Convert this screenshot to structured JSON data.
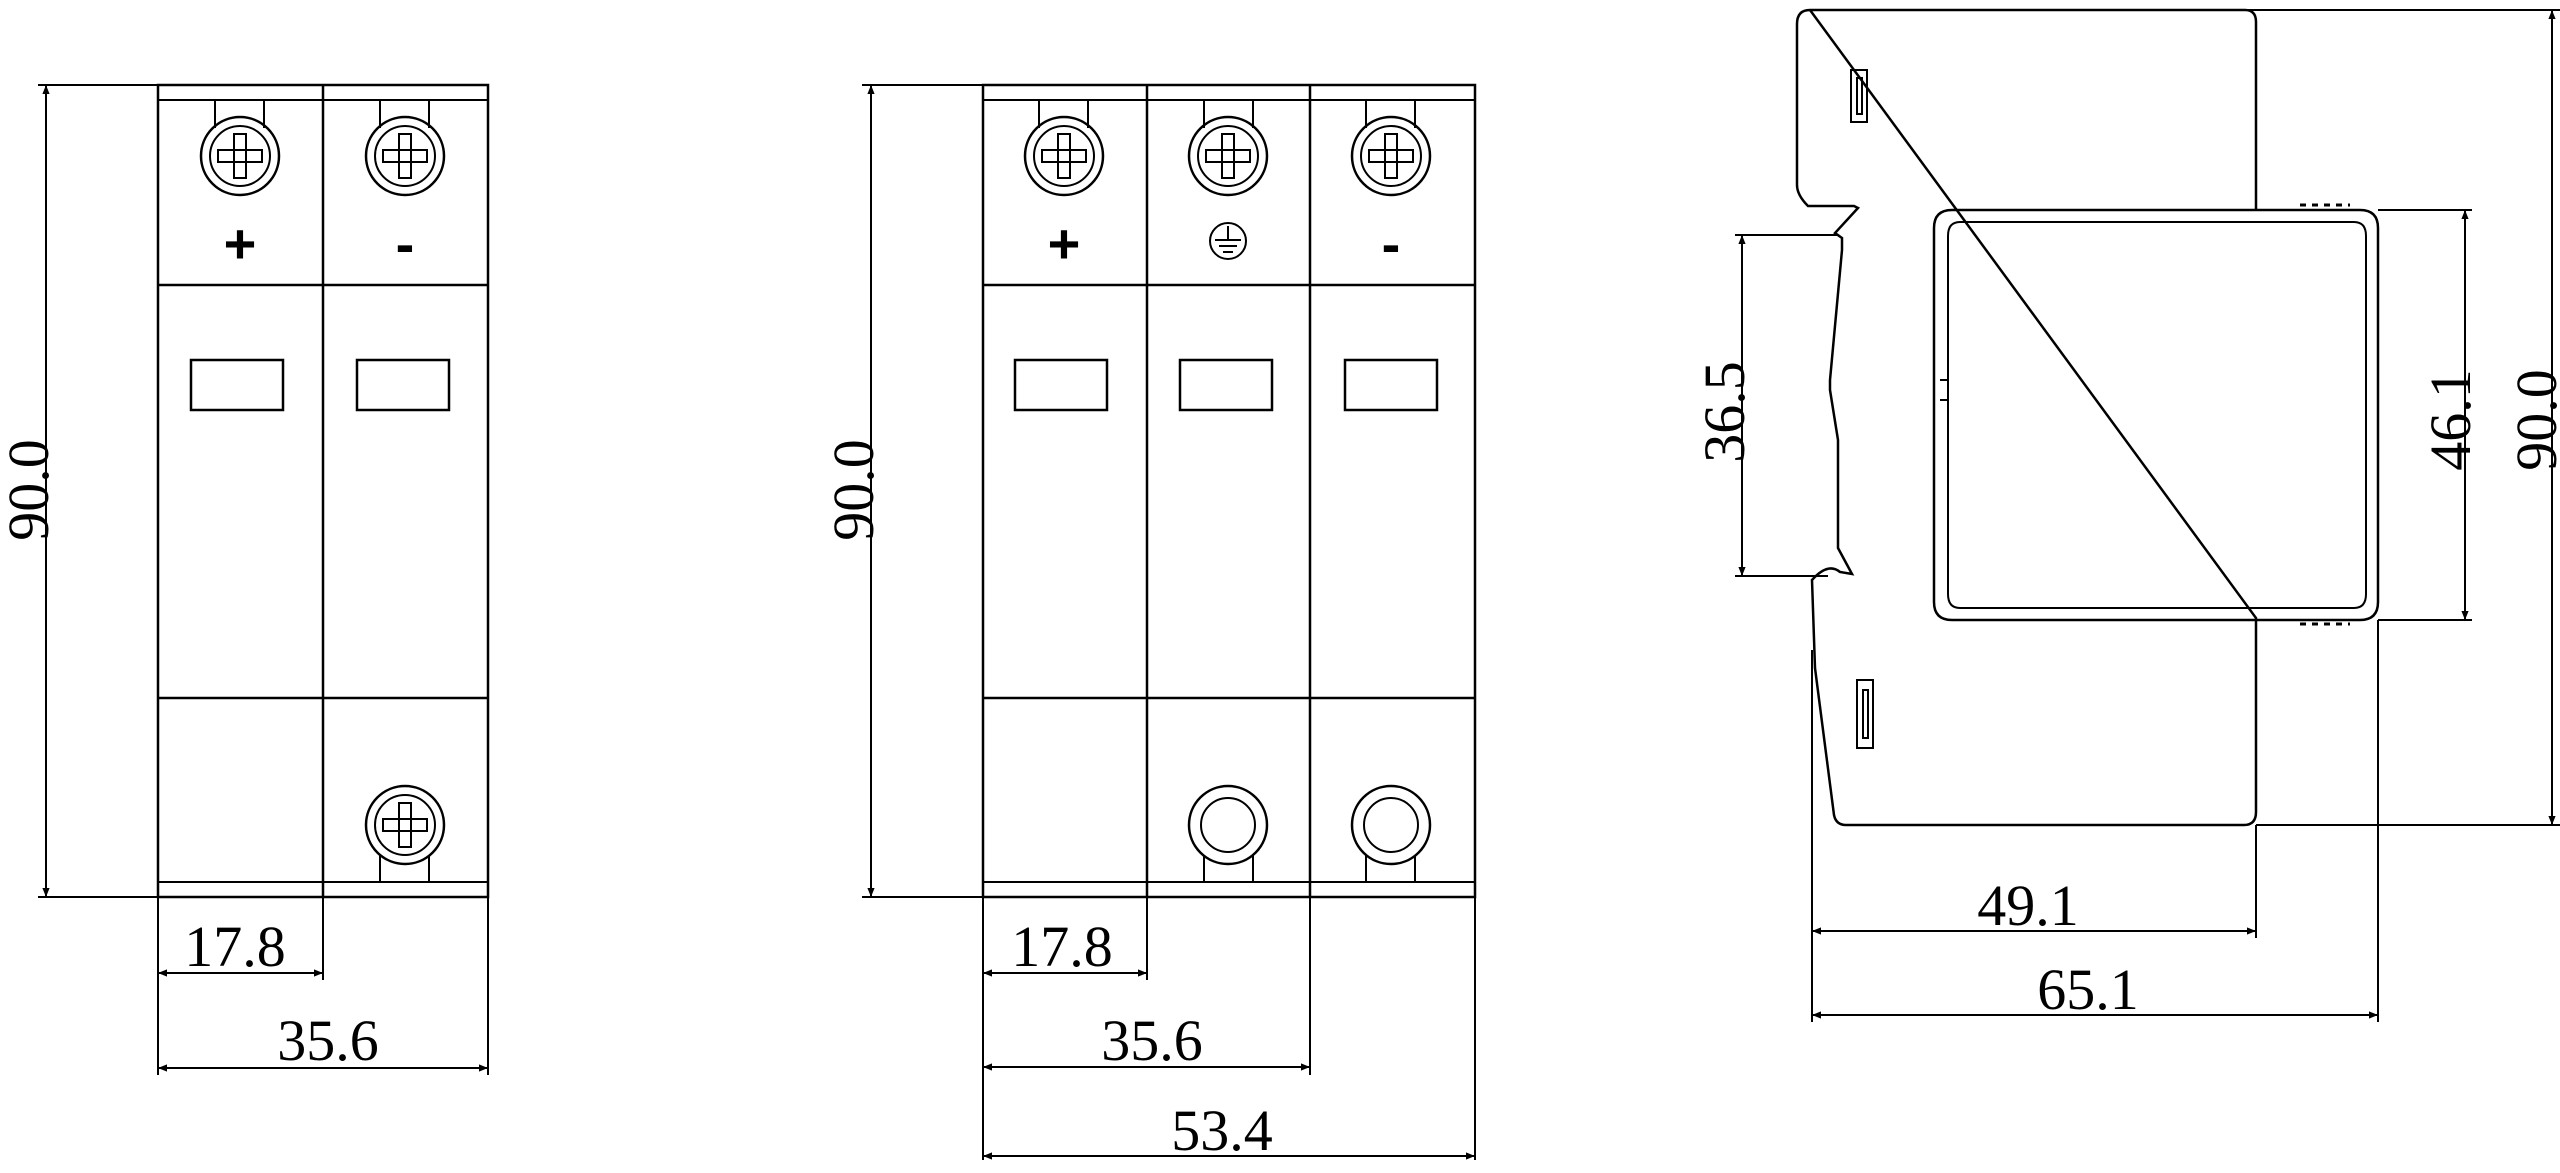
{
  "views": {
    "two_pole": {
      "dim_height": "90.0",
      "dim_pole_width": "17.8",
      "dim_total_width": "35.6",
      "terminal_labels": [
        "+",
        "-"
      ]
    },
    "three_pole": {
      "dim_height": "90.0",
      "dim_pole_width": "17.8",
      "dim_two_pole_width": "35.6",
      "dim_total_width": "53.4",
      "terminal_labels": [
        "+",
        "⏚",
        "-"
      ]
    },
    "side_view": {
      "dim_din_rail": "36.5",
      "dim_module_height": "46.1",
      "dim_height": "90.0",
      "dim_depth_base": "49.1",
      "dim_depth_total": "65.1"
    }
  }
}
